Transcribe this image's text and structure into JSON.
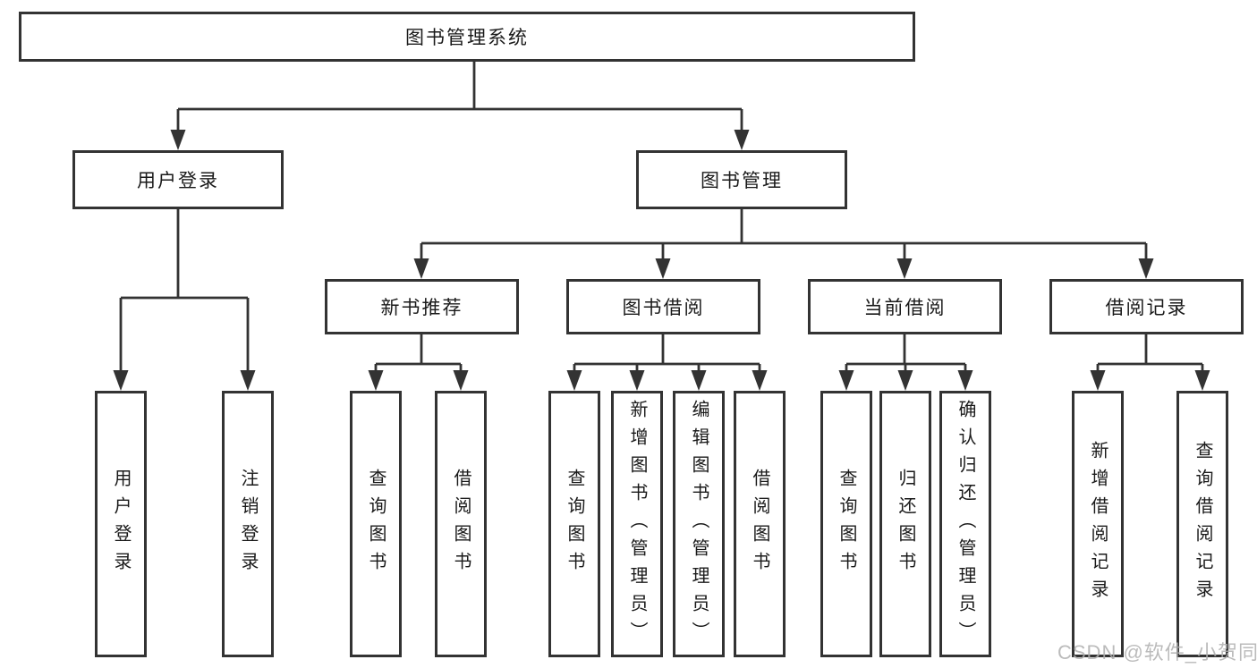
{
  "diagram_title": "图书管理系统",
  "tree": {
    "root": {
      "label": "图书管理系统",
      "children": [
        {
          "label": "用户登录",
          "children": [
            {
              "label": "用户登录"
            },
            {
              "label": "注销登录"
            }
          ]
        },
        {
          "label": "图书管理",
          "children": [
            {
              "label": "新书推荐",
              "children": [
                {
                  "label": "查询图书"
                },
                {
                  "label": "借阅图书"
                }
              ]
            },
            {
              "label": "图书借阅",
              "children": [
                {
                  "label": "查询图书"
                },
                {
                  "label": "新增图书（管理员）"
                },
                {
                  "label": "编辑图书（管理员）"
                },
                {
                  "label": "借阅图书"
                }
              ]
            },
            {
              "label": "当前借阅",
              "children": [
                {
                  "label": "查询图书"
                },
                {
                  "label": "归还图书"
                },
                {
                  "label": "确认归还（管理员）"
                }
              ]
            },
            {
              "label": "借阅记录",
              "children": [
                {
                  "label": "新增借阅记录"
                },
                {
                  "label": "查询借阅记录"
                }
              ]
            }
          ]
        }
      ]
    }
  },
  "watermark": {
    "text": "CSDN @软件_小贺同学"
  },
  "colors": {
    "line": "#333333",
    "text": "#1a1a1a",
    "background": "#ffffff",
    "watermark": "#b0b0b0"
  }
}
